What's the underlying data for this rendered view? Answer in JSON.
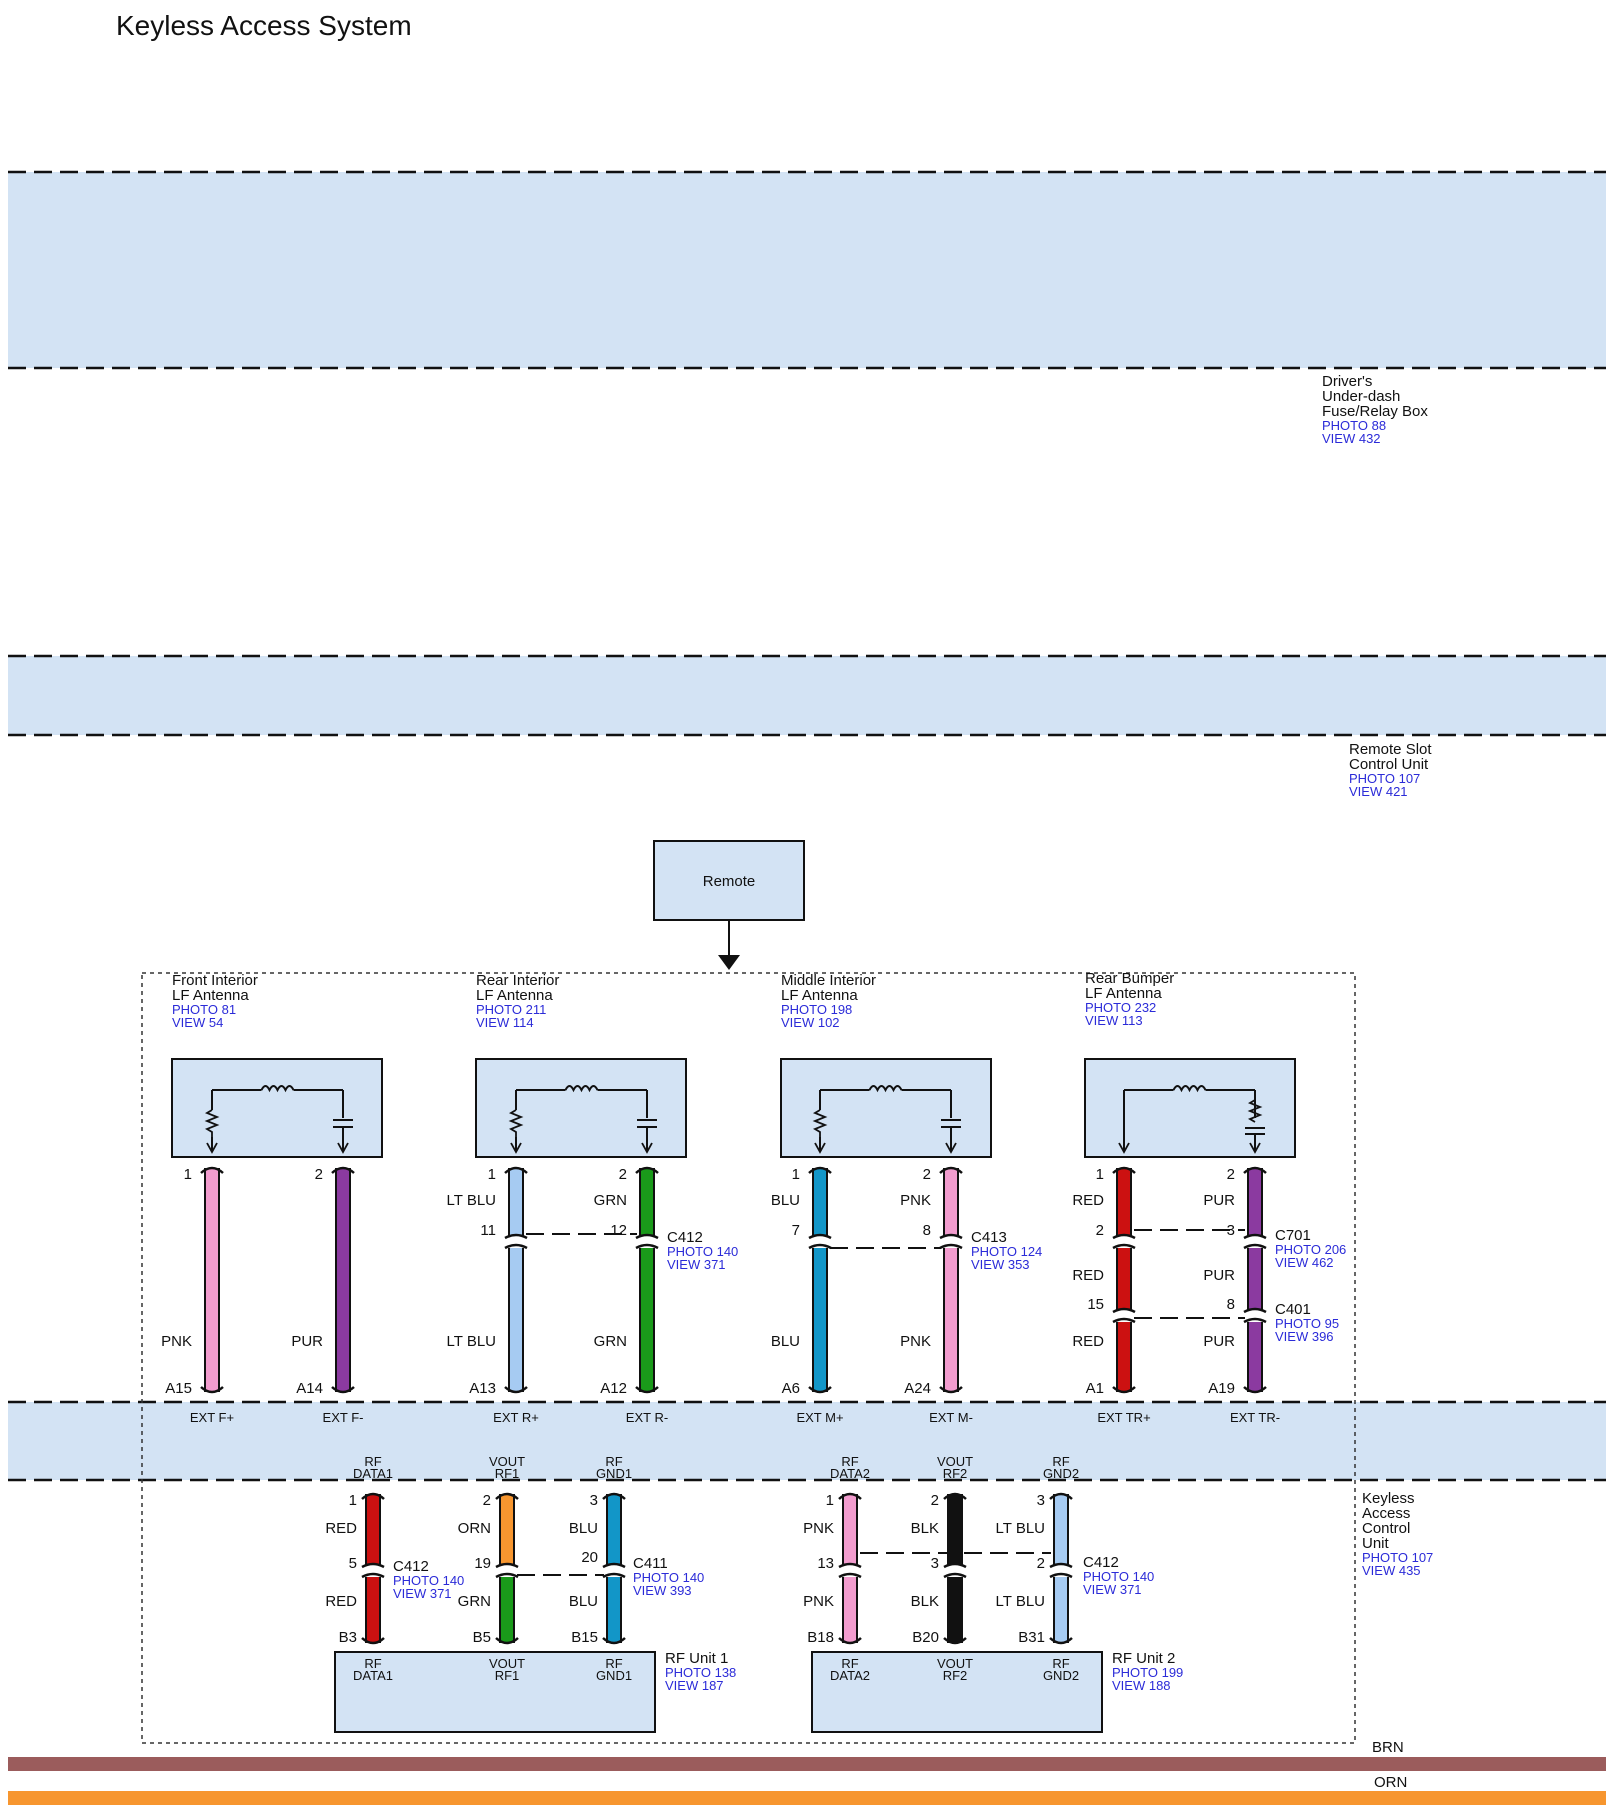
{
  "title": "Keyless Access System",
  "colors": {
    "band": "#d3e3f4",
    "ref_text": "#2b2bd8",
    "PNK": "#f29cce",
    "PUR": "#8b3aa0",
    "LT BLU": "#a6cbf2",
    "GRN": "#1a9a1a",
    "BLU": "#1296c8",
    "RED": "#cc1111",
    "ORN": "#f7962f",
    "BLK": "#111111",
    "BRN": "#9b5c5c"
  },
  "modules": {
    "fuse_box": {
      "lines": [
        "Driver's",
        "Under-dash",
        "Fuse/Relay Box"
      ],
      "photo": "PHOTO 88",
      "view": "VIEW 432"
    },
    "remote_slot": {
      "lines": [
        "Remote Slot",
        "Control Unit"
      ],
      "photo": "PHOTO 107",
      "view": "VIEW 421"
    },
    "keyless_unit": {
      "lines": [
        "Keyless",
        "Access",
        "Control",
        "Unit"
      ],
      "photo": "PHOTO 107",
      "view": "VIEW 435"
    },
    "remote_box": {
      "label": "Remote"
    }
  },
  "antennas": [
    {
      "lines": [
        "Front Interior",
        "LF Antenna"
      ],
      "photo": "PHOTO 81",
      "view": "VIEW 54",
      "end": "cap",
      "wires": [
        {
          "pin": "1",
          "colors_top": [],
          "color_bottom": "PNK",
          "bottom_pin": "A15",
          "signal": "EXT F+"
        },
        {
          "pin": "2",
          "colors_top": [],
          "color_bottom": "PUR",
          "bottom_pin": "A14",
          "signal": "EXT F-"
        }
      ]
    },
    {
      "lines": [
        "Rear Interior",
        "LF Antenna"
      ],
      "photo": "PHOTO 211",
      "view": "VIEW 114",
      "end": "cap",
      "wires": [
        {
          "pin": "1",
          "colors_top": [
            "LT BLU"
          ],
          "mid_pins": [
            "11"
          ],
          "color_bottom": "LT BLU",
          "bottom_pin": "A13",
          "signal": "EXT R+"
        },
        {
          "pin": "2",
          "colors_top": [
            "GRN"
          ],
          "mid_pins": [
            "12"
          ],
          "color_bottom": "GRN",
          "bottom_pin": "A12",
          "signal": "EXT R-"
        }
      ],
      "connectors": [
        {
          "name": "C412",
          "photo": "PHOTO 140",
          "view": "VIEW 371"
        }
      ]
    },
    {
      "lines": [
        "Middle Interior",
        "LF Antenna"
      ],
      "photo": "PHOTO 198",
      "view": "VIEW 102",
      "end": "cap",
      "wires": [
        {
          "pin": "1",
          "colors_top": [
            "BLU"
          ],
          "mid_pins": [
            "7"
          ],
          "color_bottom": "BLU",
          "bottom_pin": "A6",
          "signal": "EXT M+"
        },
        {
          "pin": "2",
          "colors_top": [
            "PNK"
          ],
          "mid_pins": [
            "8"
          ],
          "color_bottom": "PNK",
          "bottom_pin": "A24",
          "signal": "EXT M-"
        }
      ],
      "connectors": [
        {
          "name": "C413",
          "photo": "PHOTO 124",
          "view": "VIEW 353"
        }
      ]
    },
    {
      "lines": [
        "Rear Bumper",
        "LF Antenna"
      ],
      "photo": "PHOTO 232",
      "view": "VIEW 113",
      "end": "resistor-cap",
      "wires": [
        {
          "pin": "1",
          "colors_top": [
            "RED",
            "RED"
          ],
          "mid_pins": [
            "2",
            "15"
          ],
          "color_bottom": "RED",
          "bottom_pin": "A1",
          "signal": "EXT TR+"
        },
        {
          "pin": "2",
          "colors_top": [
            "PUR",
            "PUR"
          ],
          "mid_pins": [
            "3",
            "8"
          ],
          "color_bottom": "PUR",
          "bottom_pin": "A19",
          "signal": "EXT TR-"
        }
      ],
      "connectors": [
        {
          "name": "C701",
          "photo": "PHOTO 206",
          "view": "VIEW 462"
        },
        {
          "name": "C401",
          "photo": "PHOTO 95",
          "view": "VIEW 396"
        }
      ]
    }
  ],
  "rf_units": [
    {
      "name": "RF Unit 1",
      "photo": "PHOTO 138",
      "view": "VIEW 187",
      "wires": [
        {
          "signal": [
            "RF",
            "DATA1"
          ],
          "top_pin": "1",
          "color_top": "RED",
          "mid_top": "5",
          "color_bottom": "RED",
          "bottom_pin": "B3"
        },
        {
          "signal": [
            "VOUT",
            "RF1"
          ],
          "top_pin": "2",
          "color_top": "ORN",
          "mid_top": "19",
          "color_bottom": "GRN",
          "bottom_pin": "B5"
        },
        {
          "signal": [
            "RF",
            "GND1"
          ],
          "top_pin": "3",
          "color_top": "BLU",
          "mid_top": "20",
          "color_bottom": "BLU",
          "bottom_pin": "B15"
        }
      ],
      "connectors": [
        {
          "name": "C412",
          "photo": "PHOTO 140",
          "view": "VIEW 371"
        },
        {
          "name": "C411",
          "photo": "PHOTO 140",
          "view": "VIEW 393"
        }
      ]
    },
    {
      "name": "RF Unit 2",
      "photo": "PHOTO 199",
      "view": "VIEW 188",
      "wires": [
        {
          "signal": [
            "RF",
            "DATA2"
          ],
          "top_pin": "1",
          "color_top": "PNK",
          "mid_top": "13",
          "color_bottom": "PNK",
          "bottom_pin": "B18"
        },
        {
          "signal": [
            "VOUT",
            "RF2"
          ],
          "top_pin": "2",
          "color_top": "BLK",
          "mid_top": "3",
          "color_bottom": "BLK",
          "bottom_pin": "B20"
        },
        {
          "signal": [
            "RF",
            "GND2"
          ],
          "top_pin": "3",
          "color_top": "LT BLU",
          "mid_top": "2",
          "color_bottom": "LT BLU",
          "bottom_pin": "B31"
        }
      ],
      "connectors": [
        {
          "name": "C412",
          "photo": "PHOTO 140",
          "view": "VIEW 371"
        }
      ]
    }
  ],
  "bottom_wires": [
    {
      "label": "BRN"
    },
    {
      "label": "ORN"
    }
  ]
}
